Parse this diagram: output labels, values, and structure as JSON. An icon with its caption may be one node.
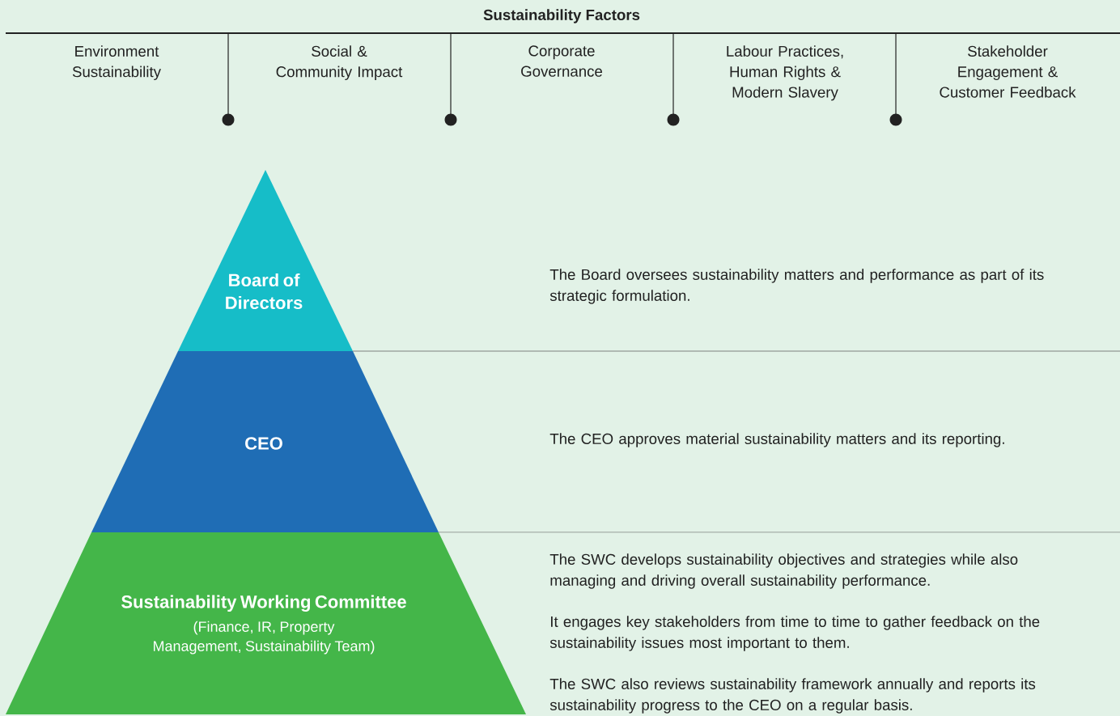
{
  "diagram": {
    "title": "Sustainability Factors",
    "nodes": [
      {
        "text": [
          "Board of Directors"
        ]
      },
      {
        "text": [
          "CEO"
        ]
      },
      {
        "text": [
          "Sustainability Working Committee",
          "(Finance, IR, Property Management, Sustainability Team)"
        ]
      }
    ],
    "edges": [],
    "labels": [
      "Environment Sustainability",
      "Social & Community Impact",
      "Corporate Governance",
      "Labour Practices, Human Rights & Modern Slavery",
      "Stakeholder Engagement & Customer Feedback",
      "The Board oversees sustainability matters and performance as part of its strategic formulation.",
      "The CEO approves material sustainability matters and its reporting.",
      "The SWC develops sustainability objectives and strategies while also managing and driving overall sustainability performance.",
      "It engages key stakeholders from time to time to gather feedback on the sustainability issues most important to them.",
      "The SWC also reviews sustainability framework annually and reports its sustainability progress to the CEO on a regular basis."
    ]
  }
}
